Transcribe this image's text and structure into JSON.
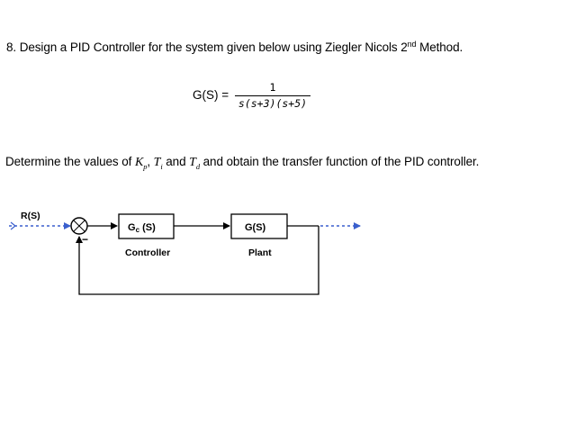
{
  "question": {
    "number": "8.",
    "text_before_sup": "Design a PID Controller for the system given below using Ziegler Nicols 2",
    "superscript": "nd",
    "text_after_sup": " Method."
  },
  "equation": {
    "lhs": "G(S) =",
    "numerator": "1",
    "denominator": "s(s+3)(s+5)"
  },
  "instruction": {
    "part1": "Determine the values of ",
    "kp_symbol": "K",
    "kp_sub": "p",
    "comma": ", ",
    "ti_symbol": "T",
    "ti_sub": "i",
    "and_text": " and ",
    "td_symbol": "T",
    "td_sub": "d",
    "part2": " and obtain the transfer function of the PID controller."
  },
  "diagram": {
    "input_label": "R(S)",
    "controller_box": {
      "label": "G",
      "sub": "c",
      "suffix": " (S)",
      "caption": "Controller"
    },
    "plant_box": {
      "label": "G(S)",
      "caption": "Plant"
    },
    "summing_minus": "−",
    "colors": {
      "signal_dashed": "#3a5fcd",
      "line": "#000000"
    }
  }
}
